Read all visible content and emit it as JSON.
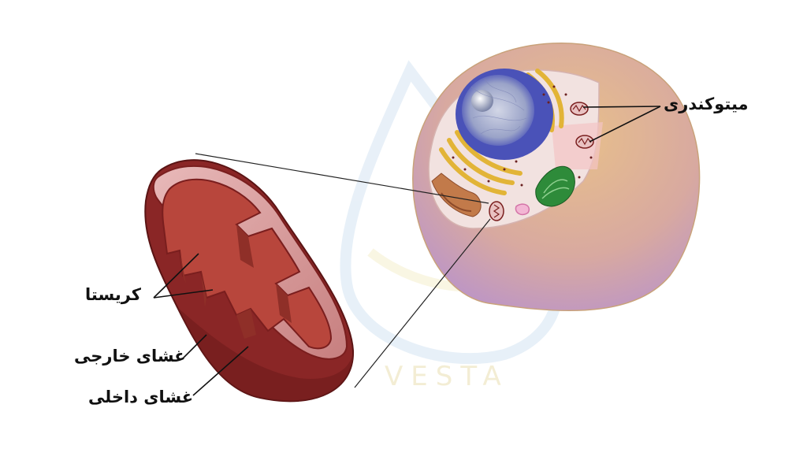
{
  "labels": {
    "mitochondria": "میتوکندری",
    "cristae": "کریستا",
    "outer_membrane": "غشای خارجی",
    "inner_membrane": "غشای داخلی"
  },
  "watermark": "VESTA",
  "colors": {
    "mito_outer": "#7a1e1e",
    "mito_pink": "#e9c2c2",
    "mito_matrix": "#b8463c",
    "cell_body": "#e0b47a",
    "cell_shadow": "#b48ccc",
    "nucleus": "#4a52b8",
    "golgi": "#e2b437",
    "chloroplast": "#2e8b3a"
  }
}
